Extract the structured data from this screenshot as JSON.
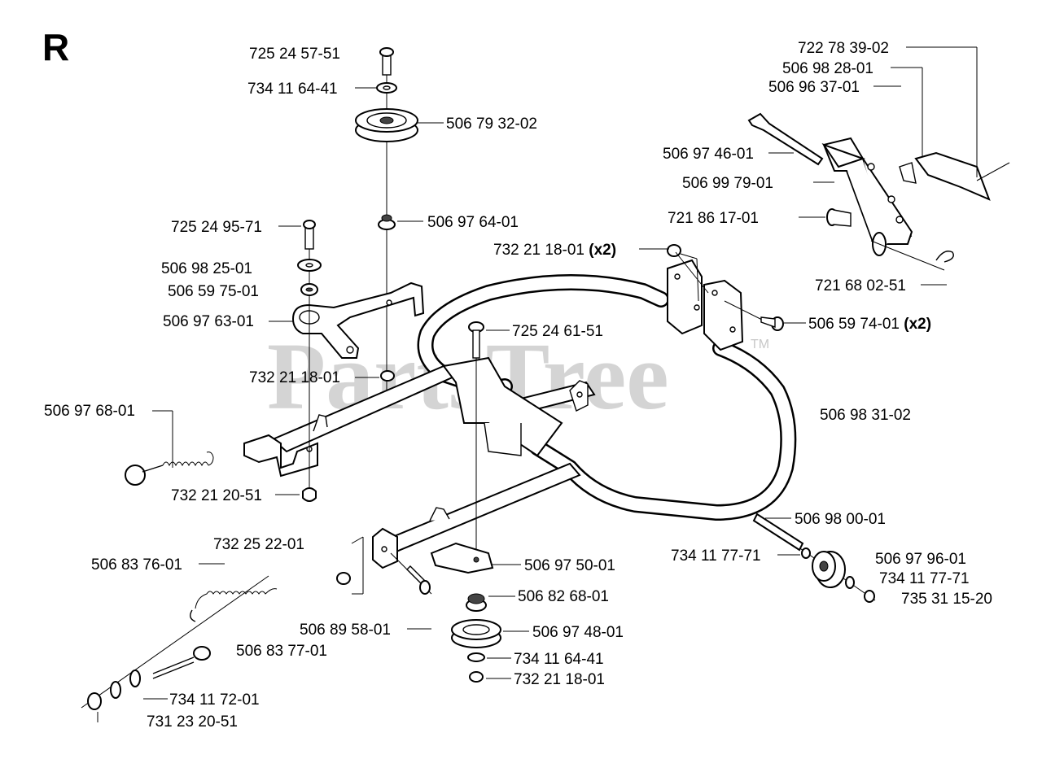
{
  "section_letter": "R",
  "watermark": {
    "text": "PartsTree",
    "trademark": "TM"
  },
  "parts": [
    {
      "number": "725 24 57-51"
    },
    {
      "number": "734 11 64-41"
    },
    {
      "number": "506 79 32-02"
    },
    {
      "number": "506 97 64-01"
    },
    {
      "number": "725 24 95-71"
    },
    {
      "number": "506 98 25-01"
    },
    {
      "number": "506 59 75-01"
    },
    {
      "number": "506 97 63-01"
    },
    {
      "number": "732 21 18-01"
    },
    {
      "number": "506 97 68-01"
    },
    {
      "number": "732 21 20-51"
    },
    {
      "number": "732 25 22-01"
    },
    {
      "number": "506 83 76-01"
    },
    {
      "number": "506 83 77-01"
    },
    {
      "number": "734 11 72-01"
    },
    {
      "number": "731 23 20-51"
    },
    {
      "number": "506 89 58-01"
    },
    {
      "number": "506 97 50-01"
    },
    {
      "number": "506 82 68-01"
    },
    {
      "number": "506 97 48-01"
    },
    {
      "number": "734 11 64-41"
    },
    {
      "number": "732 21 18-01"
    },
    {
      "number": "732 21 18-01",
      "qty": "(x2)"
    },
    {
      "number": "725 24 61-51"
    },
    {
      "number": "506 59 74-01",
      "qty": "(x2)"
    },
    {
      "number": "506 98 31-02"
    },
    {
      "number": "722 78 39-02"
    },
    {
      "number": "506 98 28-01"
    },
    {
      "number": "506 96 37-01"
    },
    {
      "number": "506 97 46-01"
    },
    {
      "number": "506 99 79-01"
    },
    {
      "number": "721 86 17-01"
    },
    {
      "number": "721 68 02-51"
    },
    {
      "number": "506 98 00-01"
    },
    {
      "number": "734 11 77-71"
    },
    {
      "number": "506 97 96-01"
    },
    {
      "number": "734 11 77-71"
    },
    {
      "number": "735 31 15-20"
    }
  ]
}
